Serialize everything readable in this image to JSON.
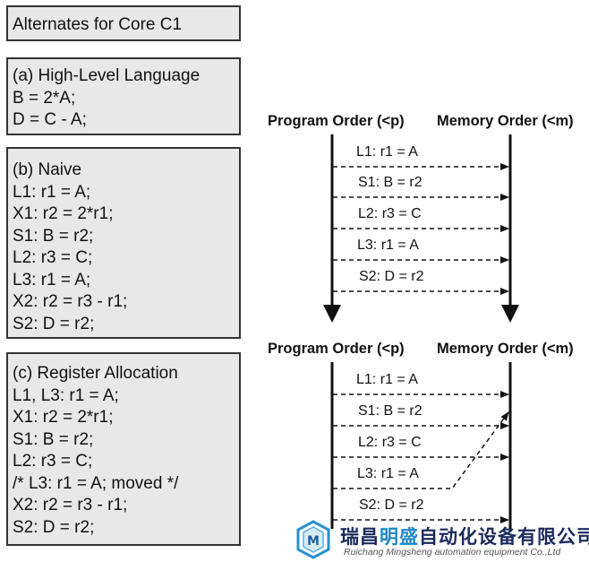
{
  "title": "Alternates for Core C1",
  "panel_a": {
    "heading": "(a) High-Level Language",
    "lines": [
      "B = 2*A;",
      "D = C - A;"
    ]
  },
  "panel_b": {
    "heading": "(b) Naive",
    "lines": [
      "L1: r1 = A;",
      "X1: r2 = 2*r1;",
      "S1: B = r2;",
      "L2: r3 = C;",
      "L3: r1 = A;",
      "X2: r2 = r3 - r1;",
      "S2: D = r2;"
    ]
  },
  "panel_c": {
    "heading": "(c) Register Allocation",
    "lines": [
      "L1, L3: r1 = A;",
      "X1: r2 = 2*r1;",
      "S1: B = r2;",
      "L2: r3 = C;",
      "/* L3: r1 = A; moved */",
      "X2: r2 = r3 - r1;",
      "S2: D = r2;"
    ]
  },
  "diagram_top": {
    "program_order_label": "Program Order (<p)",
    "memory_order_label": "Memory Order (<m)",
    "ops": [
      "L1: r1 = A",
      "S1: B = r2",
      "L2: r3 = C",
      "L3: r1 = A",
      "S2: D = r2"
    ]
  },
  "diagram_bottom": {
    "program_order_label": "Program Order (<p)",
    "memory_order_label": "Memory Order (<m)",
    "ops": [
      "L1: r1 = A",
      "S1: B = r2",
      "L2: r3 = C",
      "L3: r1 = A",
      "S2: D = r2"
    ]
  },
  "watermark": {
    "company_cn_part1": "瑞昌",
    "company_cn_highlight": "明盛",
    "company_cn_part2": "自动化设备有限公司",
    "company_en": "Ruichang Mingsheng automation equipment Co.,Ltd"
  }
}
